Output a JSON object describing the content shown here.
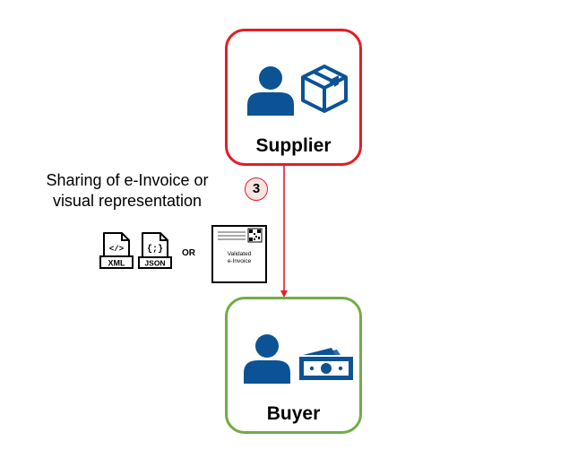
{
  "diagram": {
    "supplier": {
      "label": "Supplier",
      "border_color": "#e31e24",
      "icons": [
        "person-icon",
        "package-box-icon"
      ]
    },
    "buyer": {
      "label": "Buyer",
      "border_color": "#70ad47",
      "icons": [
        "person-icon",
        "banknotes-icon"
      ]
    },
    "flow": {
      "step_number": "3",
      "caption_line1": "Sharing of e-Invoice or",
      "caption_line2": "visual representation",
      "arrow_color": "#e31e24",
      "direction": "supplier-to-buyer"
    },
    "formats": {
      "xml_label": "XML",
      "xml_glyph": "</>",
      "json_label": "JSON",
      "json_glyph": "{;}",
      "or_label": "OR",
      "invoice_doc_line1": "Validated",
      "invoice_doc_line2": "e-Invoice"
    },
    "icon_color": "#0b5394"
  }
}
